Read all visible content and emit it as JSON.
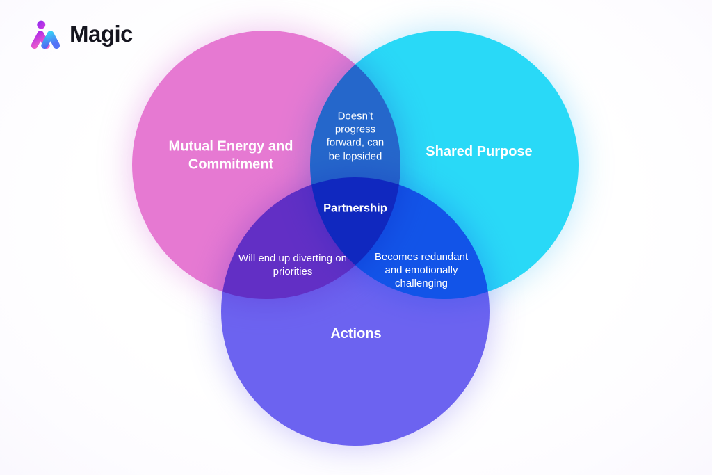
{
  "brand": {
    "name": "Magic",
    "logo_colors": {
      "dot_start": "#8a2bf0",
      "dot_end": "#d43be0",
      "left_arch_start": "#b02be8",
      "left_arch_end": "#f060c8",
      "right_arch_start": "#2bcdf5",
      "right_arch_end": "#4a6bf5"
    }
  },
  "diagram": {
    "type": "venn",
    "circles": [
      {
        "id": "mutual",
        "label": "Mutual Energy and Commitment",
        "color": "#e679d2"
      },
      {
        "id": "shared",
        "label": "Shared Purpose",
        "color": "#29d9f7"
      },
      {
        "id": "actions",
        "label": "Actions",
        "color": "#6c63f0"
      }
    ],
    "intersections": [
      {
        "between": "mutual+shared",
        "label": "Doesn’t progress forward, can be lopsided",
        "observed_color": "#2069c8"
      },
      {
        "between": "mutual+actions",
        "label": "Will end up diverting on priorities",
        "observed_color": "#6b2fcb"
      },
      {
        "between": "shared+actions",
        "label": "Becomes redundant and emotionally challenging",
        "observed_color": "#155ee8"
      },
      {
        "between": "all",
        "label": "Partnership",
        "observed_color": "#1c2ec4"
      }
    ]
  }
}
